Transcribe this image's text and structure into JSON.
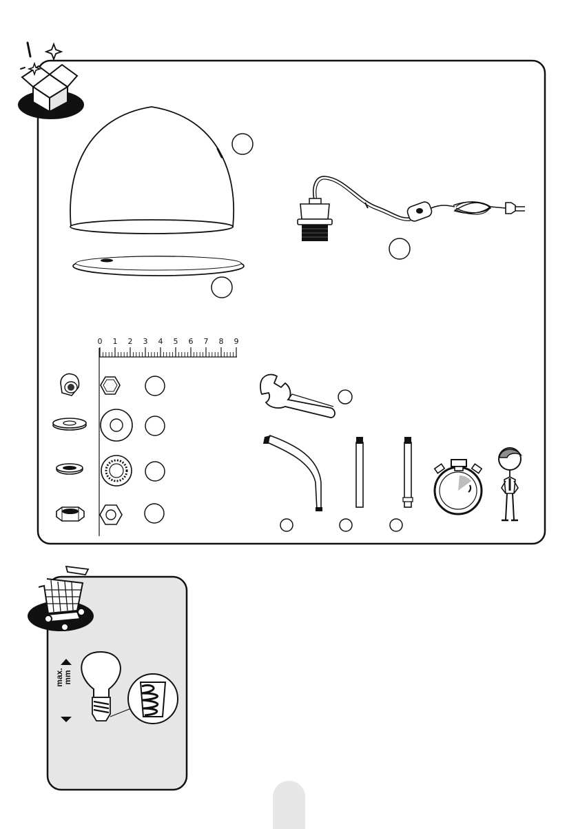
{
  "ruler": {
    "ticks": [
      "0",
      "1",
      "2",
      "3",
      "4",
      "5",
      "6",
      "7",
      "8",
      "9"
    ]
  },
  "bulb_panel": {
    "label_max": "max.",
    "label_unit": "mm"
  },
  "icons": {
    "unbox": "open-box-icon",
    "shopping": "shopping-cart-icon",
    "timer": "stopwatch-icon",
    "person": "person-icon"
  },
  "colors": {
    "line": "#111111",
    "panel_gray": "#e6e6e6",
    "badge_black": "#111111"
  }
}
